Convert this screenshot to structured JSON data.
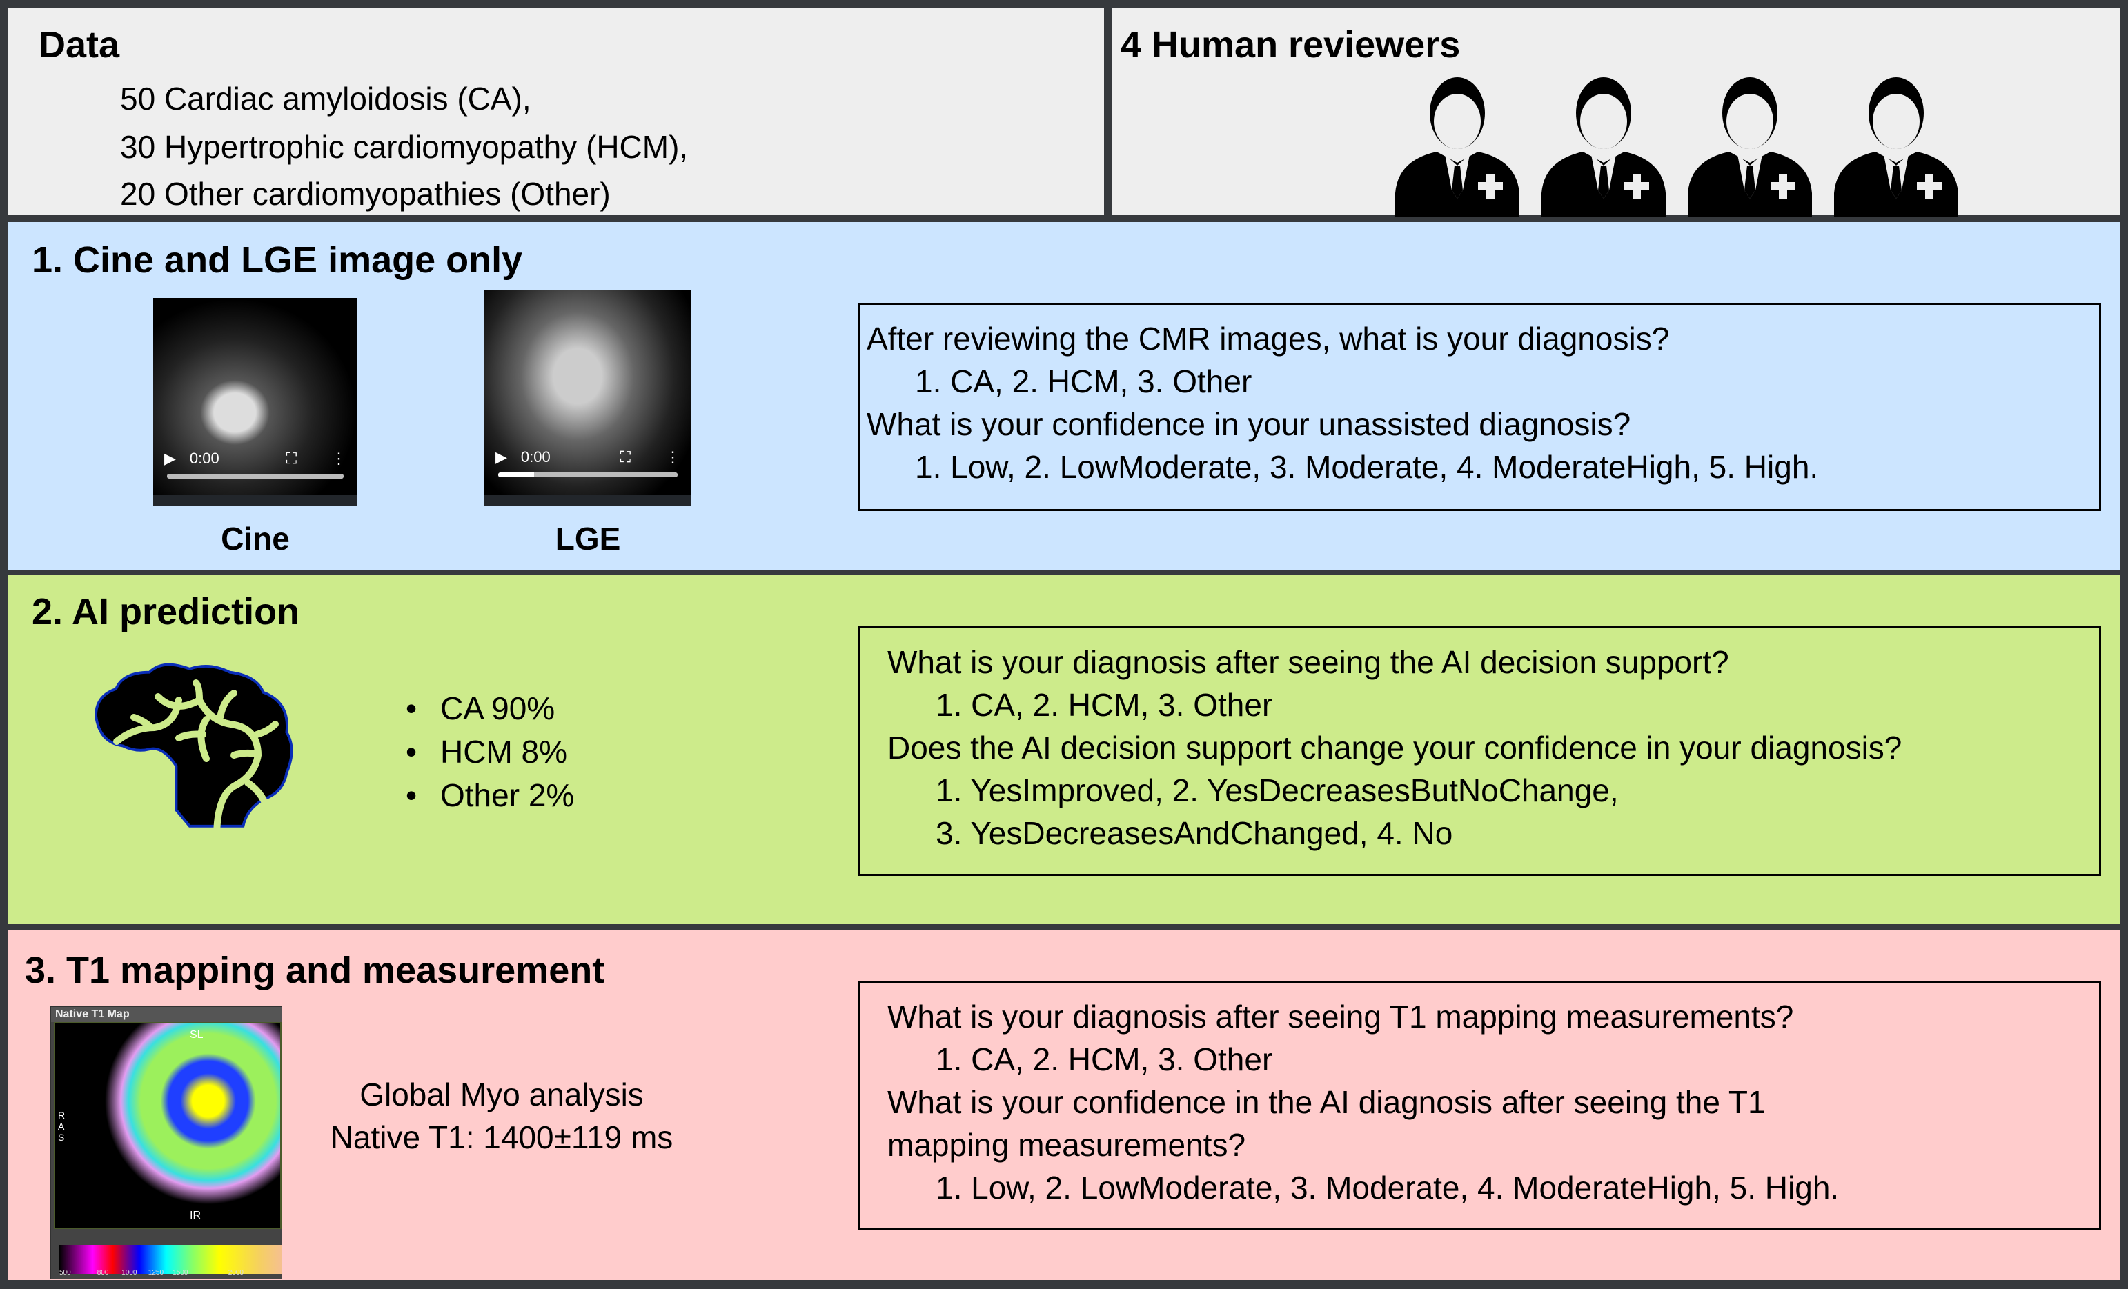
{
  "data_panel": {
    "title": "Data",
    "lines": [
      "50 Cardiac amyloidosis (CA),",
      "30 Hypertrophic cardiomyopathy (HCM),",
      "20 Other cardiomyopathies (Other)"
    ]
  },
  "reviewers_panel": {
    "title": "4 Human reviewers",
    "count": 4,
    "icon": "doctor-icon"
  },
  "step1": {
    "title": "1. Cine and LGE image only",
    "cine": {
      "label": "Cine",
      "time": "0:00",
      "progress": 0
    },
    "lge": {
      "label": "LGE",
      "time": "0:00",
      "progress": 0.2
    },
    "questions": [
      "After reviewing the CMR images, what is your diagnosis?",
      "1. CA, 2. HCM, 3. Other",
      "What is your confidence in your unassisted diagnosis?",
      "1. Low, 2. LowModerate, 3. Moderate, 4. ModerateHigh, 5. High."
    ]
  },
  "step2": {
    "title": "2. AI prediction",
    "icon": "brain-icon",
    "predictions": [
      "CA 90%",
      "HCM 8%",
      "Other 2%"
    ],
    "questions": [
      "What is your diagnosis after seeing the AI decision support?",
      "1. CA, 2. HCM, 3. Other",
      "Does the AI decision support change your confidence in your diagnosis?",
      "1. YesImproved, 2. YesDecreasesButNoChange,",
      "3. YesDecreasesAndChanged, 4. No"
    ]
  },
  "step3": {
    "title": "3. T1 mapping and measurement",
    "map": {
      "title": "Native T1 Map",
      "labels": [
        "SL",
        "RAS",
        "IR"
      ],
      "scale": [
        "500",
        "800",
        "1000",
        "1250",
        "1500",
        "2000"
      ]
    },
    "analysis": [
      "Global Myo analysis",
      "Native T1: 1400±119 ms"
    ],
    "questions": [
      "What is your diagnosis after seeing T1 mapping measurements?",
      "1. CA, 2. HCM, 3. Other",
      "What is your confidence in the AI diagnosis after seeing the T1",
      "mapping measurements?",
      "1. Low, 2. LowModerate, 3. Moderate, 4. ModerateHigh, 5. High."
    ]
  },
  "colors": {
    "border": "#36393d",
    "gray": "#eeeeee",
    "blue": "#cce5ff",
    "green": "#cdeb8b",
    "pink": "#ffcccc"
  }
}
